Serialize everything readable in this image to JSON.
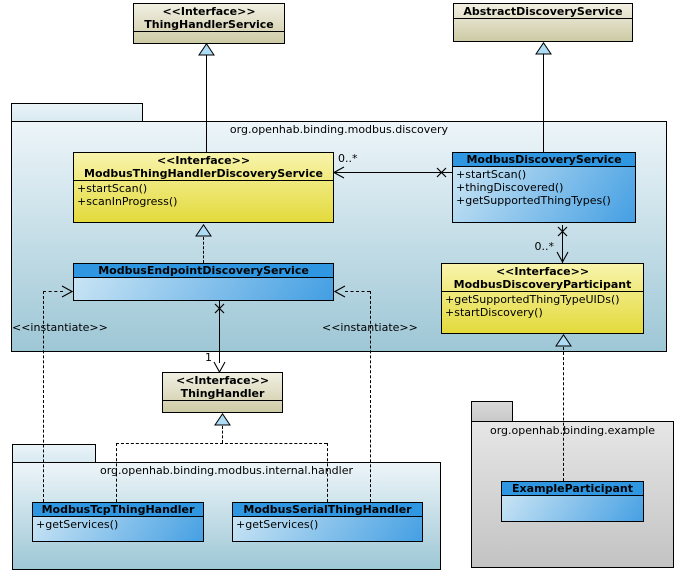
{
  "diagram": {
    "packages": {
      "discovery": "org.openhab.binding.modbus.discovery",
      "internal_handler": "org.openhab.binding.modbus.internal.handler",
      "example": "org.openhab.binding.example"
    },
    "classes": {
      "thing_handler_service": {
        "stereotype": "<<Interface>>",
        "name": "ThingHandlerService"
      },
      "abstract_discovery_service": {
        "name": "AbstractDiscoveryService"
      },
      "modbus_thing_handler_discovery_service": {
        "stereotype": "<<Interface>>",
        "name": "ModbusThingHandlerDiscoveryService",
        "methods": [
          "+startScan()",
          "+scanInProgress()"
        ]
      },
      "modbus_discovery_service": {
        "name": "ModbusDiscoveryService",
        "methods": [
          "+startScan()",
          "+thingDiscovered()",
          "+getSupportedThingTypes()"
        ]
      },
      "modbus_endpoint_discovery_service": {
        "name": "ModbusEndpointDiscoveryService"
      },
      "modbus_discovery_participant": {
        "stereotype": "<<Interface>>",
        "name": "ModbusDiscoveryParticipant",
        "methods": [
          "+getSupportedThingTypeUIDs()",
          "+startDiscovery()"
        ]
      },
      "thing_handler": {
        "stereotype": "<<Interface>>",
        "name": "ThingHandler"
      },
      "modbus_tcp_thing_handler": {
        "name": "ModbusTcpThingHandler",
        "methods": [
          "+getServices()"
        ]
      },
      "modbus_serial_thing_handler": {
        "name": "ModbusSerialThingHandler",
        "methods": [
          "+getServices()"
        ]
      },
      "example_participant": {
        "name": "ExampleParticipant"
      }
    },
    "labels": {
      "instantiate": "<<instantiate>>",
      "multiplicity_discovery_services": "0..*",
      "multiplicity_participants": "0..*",
      "multiplicity_thing_handler": "1"
    },
    "colors": {
      "interface_fill": "#EBE34C",
      "external_class_fill": "#D8D5B6",
      "class_title_fill": "#2F97E1",
      "package_fill_top": "#EDF5F9",
      "package_fill_bottom": "#9EC7D6",
      "example_package_fill": "#D9D9D9",
      "generalization_triangle_fill": "#AEDCF5"
    }
  }
}
